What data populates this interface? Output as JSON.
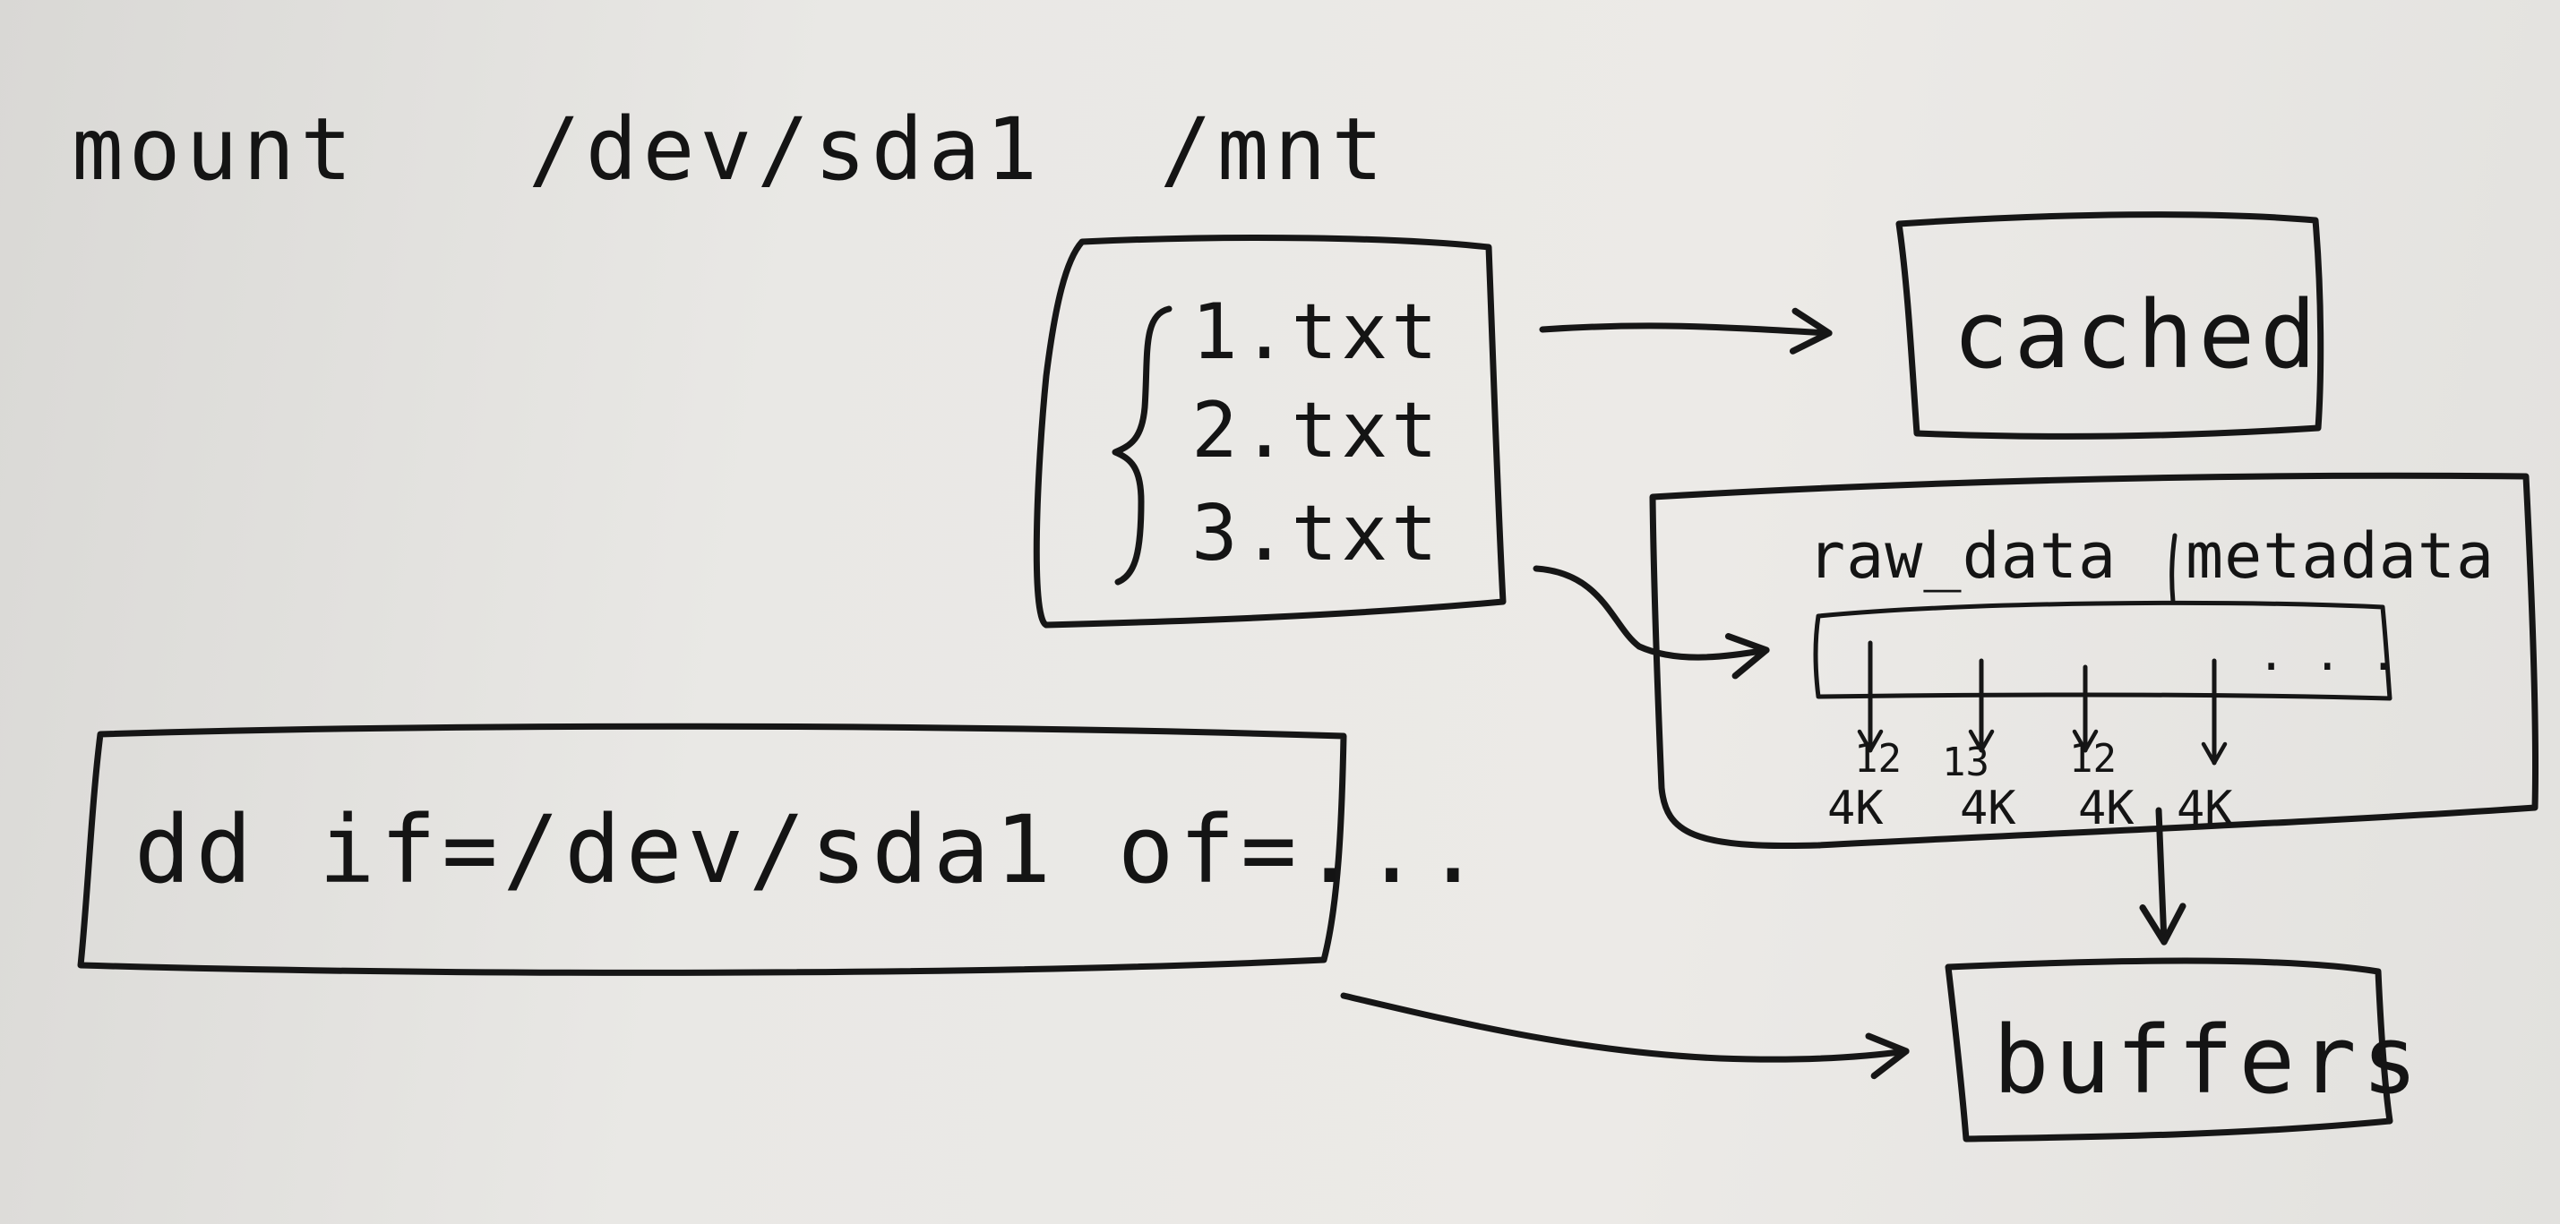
{
  "command_mount": {
    "cmd": "mount",
    "device": "/dev/sda1",
    "mountpoint": "/mnt"
  },
  "files": [
    "1.txt",
    "2.txt",
    "3.txt"
  ],
  "cached_label": "cached",
  "disk_block": {
    "header_left": "raw_data",
    "header_right": "metadata",
    "ellipsis": ". . .",
    "block_numbers": [
      "12",
      "13",
      "12"
    ],
    "block_sizes": [
      "4K",
      "4K",
      "4K",
      "4K"
    ]
  },
  "dd_command": "dd if=/dev/sda1 of=...",
  "buffers_label": "buffers"
}
